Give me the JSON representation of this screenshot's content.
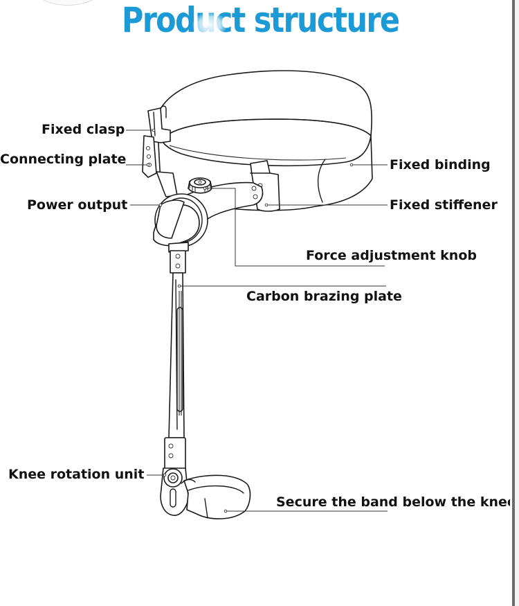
{
  "title": "Product structure",
  "labels": {
    "fixed_clasp": "Fixed clasp",
    "connecting_plate": "Connecting plate",
    "power_output": "Power output",
    "knee_rotation_unit": "Knee rotation unit",
    "fixed_binding": "Fixed binding",
    "fixed_stiffener": "Fixed stiffener",
    "force_adjustment_knob": "Force adjustment knob",
    "carbon_brazing_plate": "Carbon brazing plate",
    "secure_band": "Secure the band below the knee"
  },
  "colors": {
    "title": "#1c9ad6",
    "line": "#1a1a1a",
    "background": "#ffffff"
  }
}
